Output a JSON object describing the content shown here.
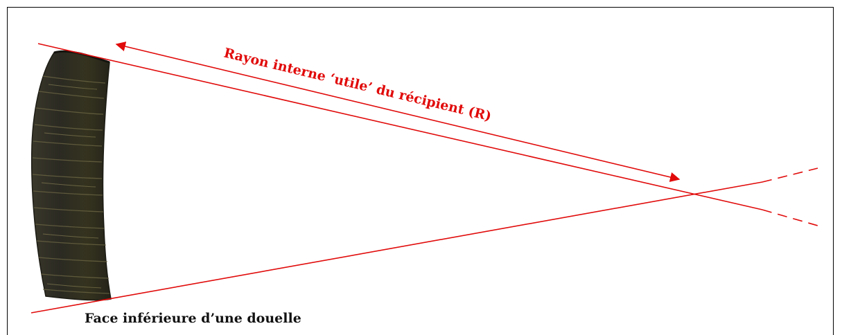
{
  "figure": {
    "radius_label": "Rayon interne ‘utile’ du récipient (R)",
    "caption": "Face inférieure d’une douelle",
    "subject": "stave-fragment-photo"
  },
  "colors": {
    "construction_lines": "#e10a0a",
    "label": "#e10a0a",
    "caption": "#111111",
    "frame": "#000000",
    "stave_dark": "#2b2a22",
    "stave_mid": "#4a4633",
    "stave_light": "#8a8257"
  }
}
